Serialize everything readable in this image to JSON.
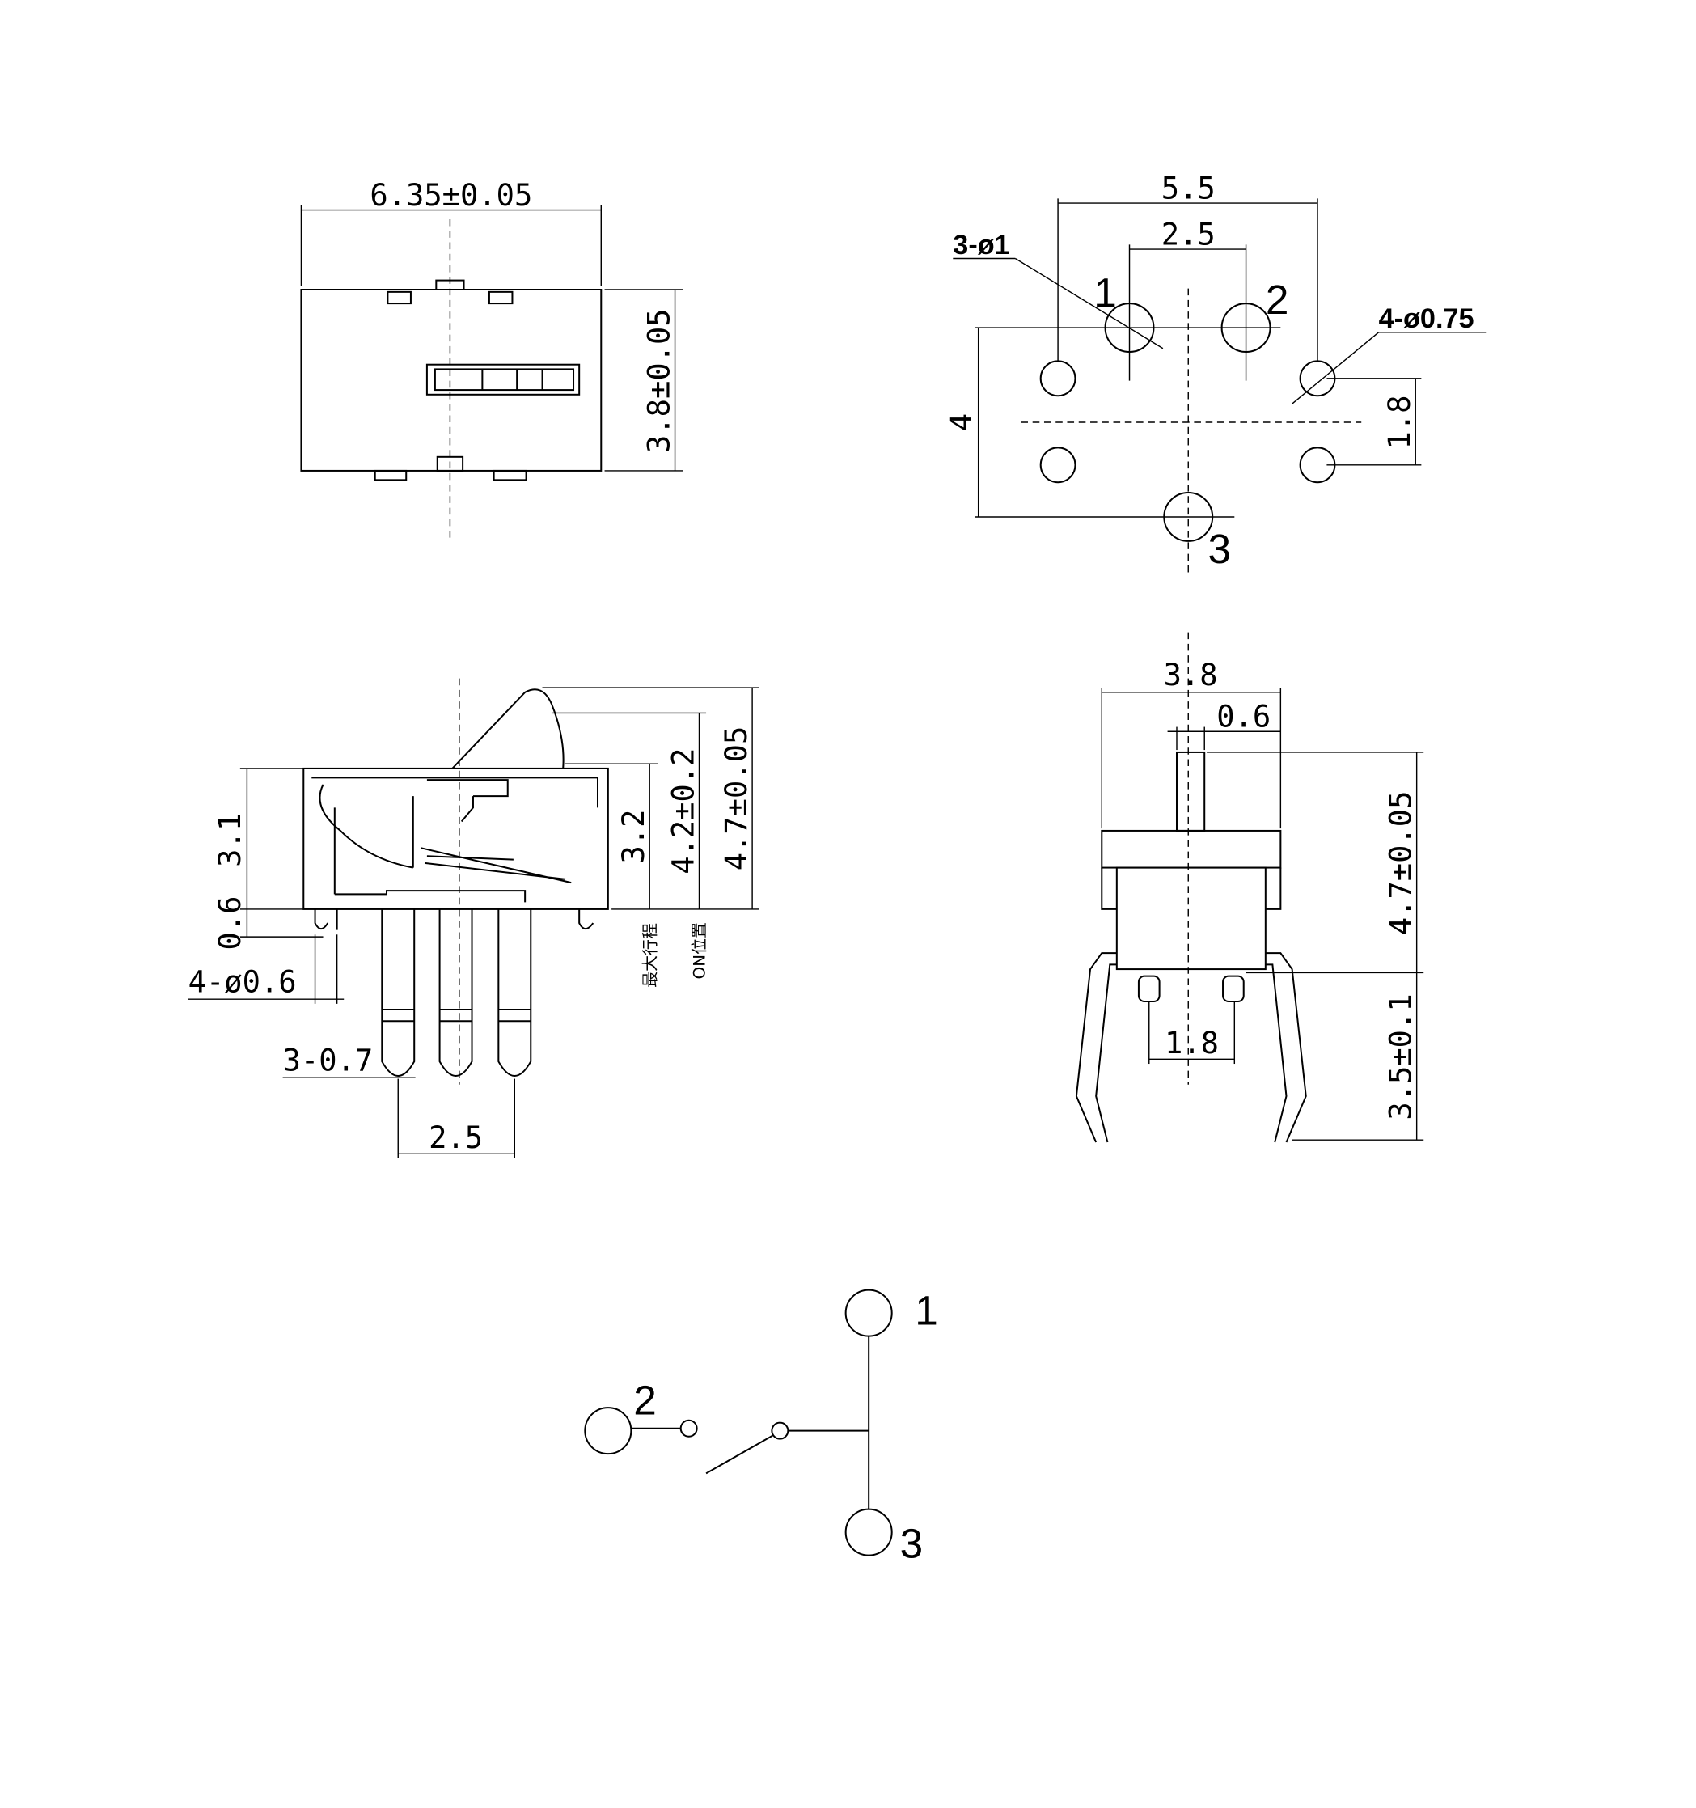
{
  "top_view": {
    "width_dim": "6.35±0.05",
    "height_dim": "3.8±0.05"
  },
  "footprint": {
    "width_dim": "5.5",
    "pitch_dim": "2.5",
    "height_dim": "4",
    "small_pitch_dim": "1.8",
    "large_hole_note": "3-ø1",
    "small_hole_note": "4-ø0.75",
    "pin_labels": [
      "1",
      "2",
      "3"
    ]
  },
  "side_view": {
    "body_height_dim": "3.1",
    "standoff_dim": "0.6",
    "peg_note": "4-ø0.6",
    "pin_note": "3-0.7",
    "pitch_dim": "2.5",
    "dim_3_2": "3.2",
    "dim_4_2": "4.2±0.2",
    "dim_4_7": "4.7±0.05",
    "max_travel_label": "最大行程",
    "on_position_label": "ON位置"
  },
  "front_view": {
    "width_dim": "3.8",
    "stem_dim": "0.6",
    "height_dim": "4.7±0.05",
    "lead_dim": "3.5±0.1",
    "lead_pitch_dim": "1.8"
  },
  "schematic": {
    "labels": [
      "1",
      "2",
      "3"
    ]
  }
}
